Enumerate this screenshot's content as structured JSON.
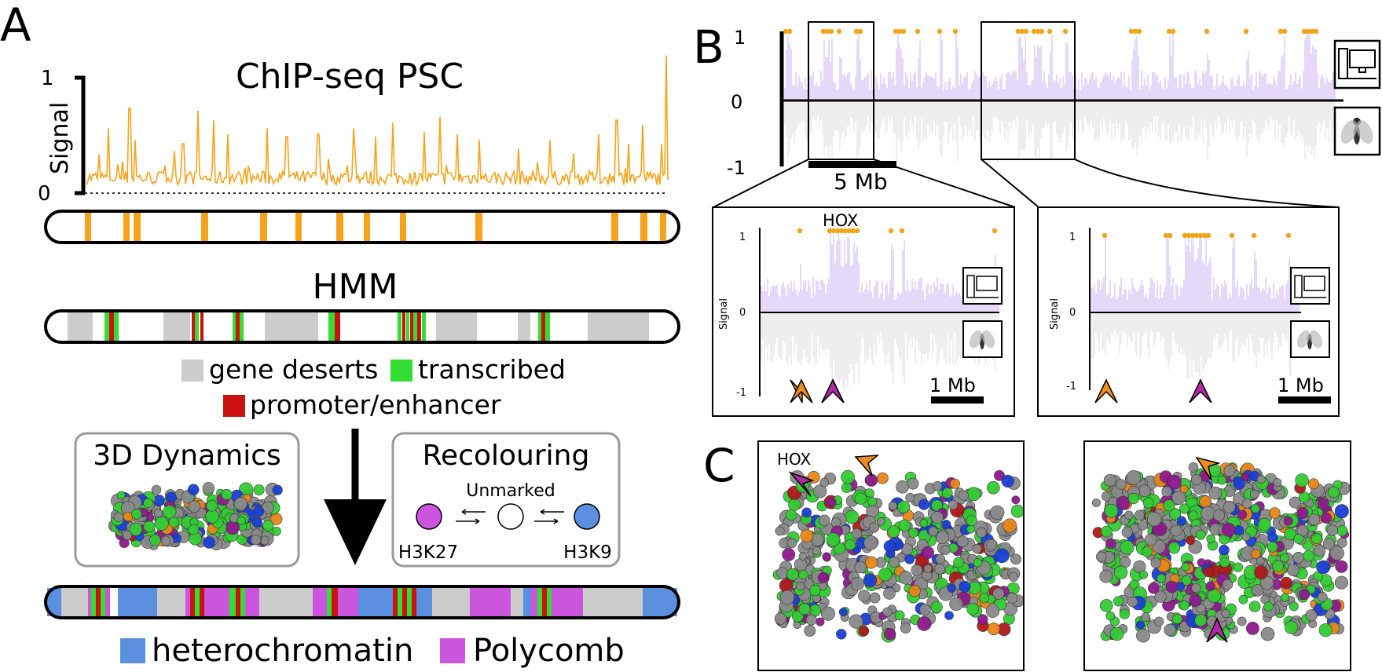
{
  "panel_labels": {
    "a": "A",
    "b": "B",
    "c": "C"
  },
  "panel_a": {
    "title": "ChIP-seq PSC",
    "y_axis_label": "Signal",
    "y_tick_top": "1",
    "y_tick_bottom": "0",
    "hmm_title": "HMM",
    "legend": {
      "gene_deserts": "gene deserts",
      "transcribed": "transcribed",
      "promoter_enhancer": "promoter/enhancer",
      "heterochromatin": "heterochromatin",
      "polycomb": "Polycomb"
    },
    "dynamics_label": "3D Dynamics",
    "recolouring_label": "Recolouring",
    "unmarked_label": "Unmarked",
    "h3k27_label": "H3K27",
    "h3k9_label": "H3K9"
  },
  "panel_b": {
    "y_ticks": [
      "1",
      "0",
      "-1"
    ],
    "scale_bar_label": "5 Mb",
    "inset_scale_label": "1 Mb",
    "inset_y_label": "Signal",
    "hox_label": "HOX",
    "inset_y_ticks": [
      "1",
      "0",
      "-1"
    ]
  },
  "panel_c": {
    "hox_label": "HOX"
  },
  "colors": {
    "chip_signal": "#f5a31a",
    "gene_desert": "#cccccc",
    "transcribed": "#33dd33",
    "promoter": "#cc1111",
    "heterochromatin": "#5b8fdf",
    "polycomb": "#cc55dd",
    "sim_positive": "#cbb3f5",
    "sim_negative": "#dcdcdc",
    "arrow_orange": "#f08c20",
    "arrow_magenta": "#b02aa8",
    "bead_grey": "#8a8a8a",
    "bead_green": "#33cc33",
    "bead_blue": "#1a3fd6",
    "bead_purple": "#8e1a8e",
    "bead_orange": "#e8861a",
    "bead_red": "#b0181b"
  }
}
